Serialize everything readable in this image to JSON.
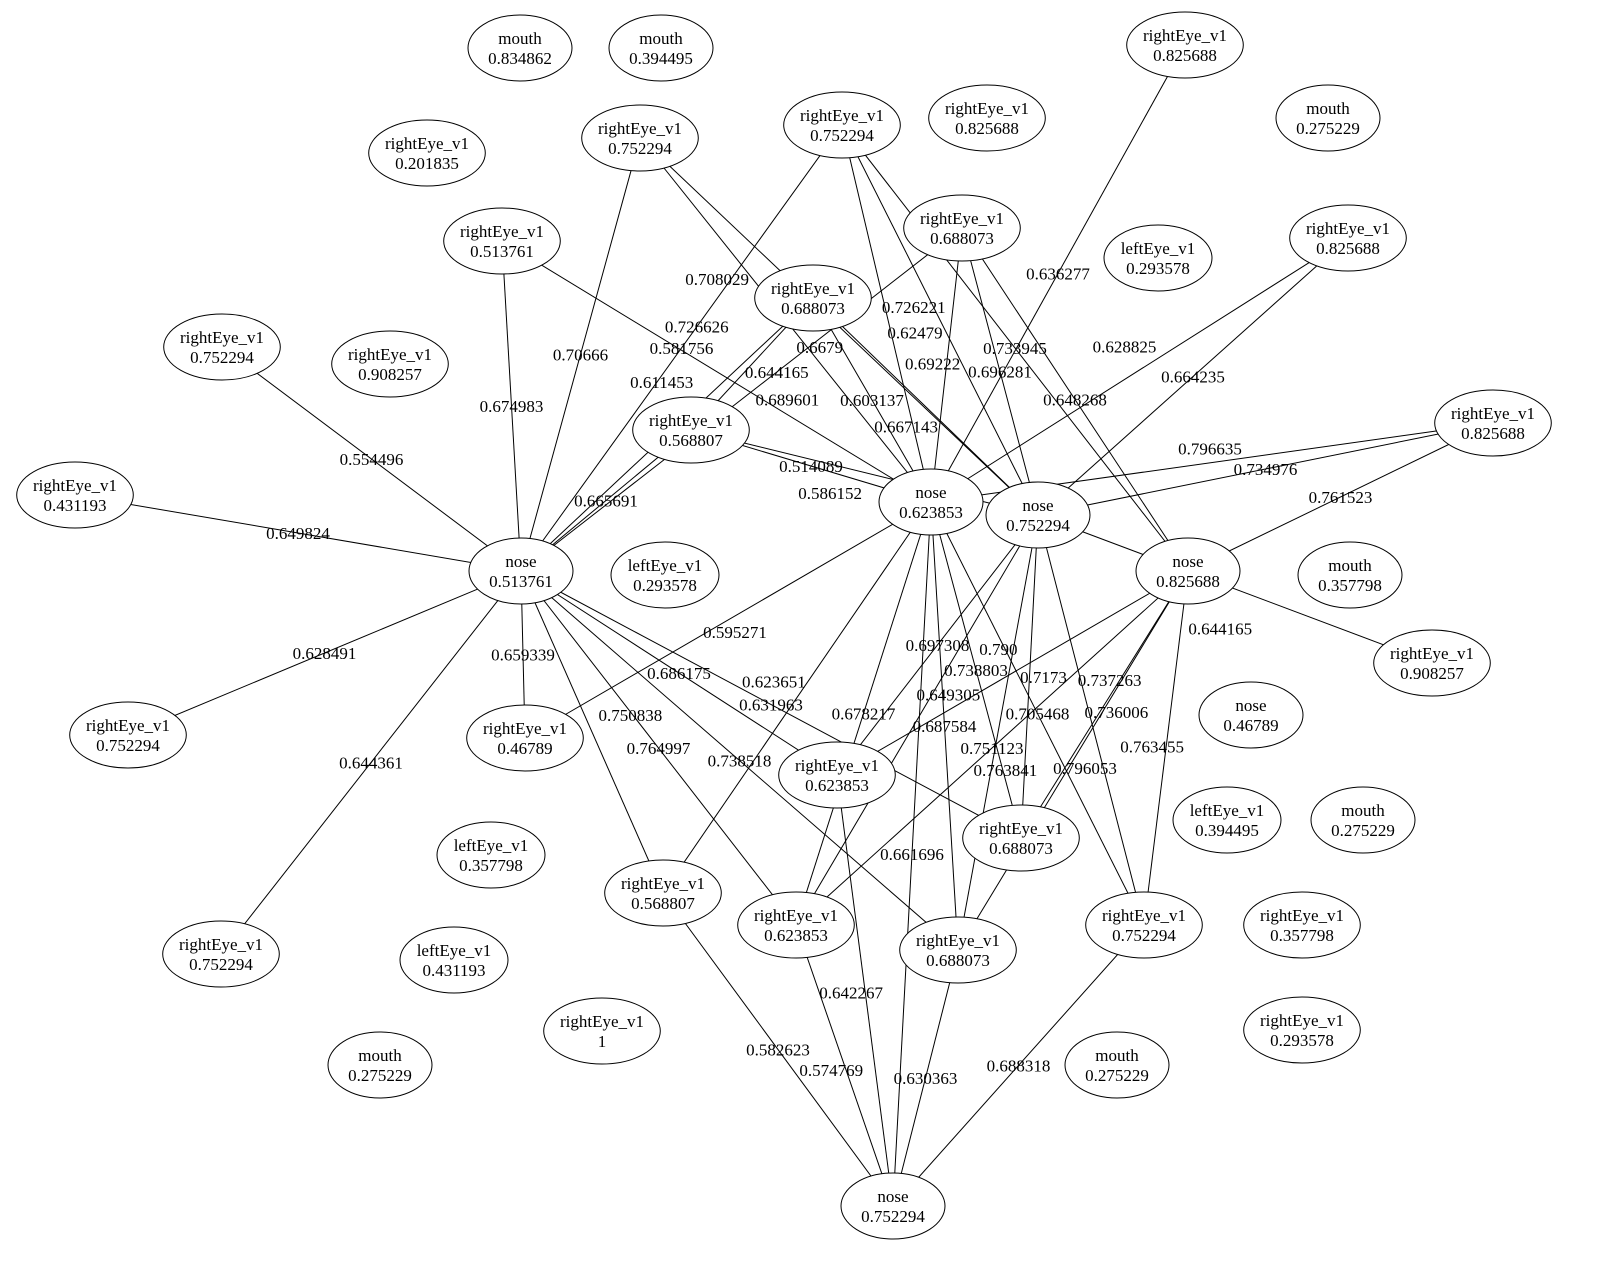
{
  "graph": {
    "nodes": [
      {
        "id": 1,
        "label": "mouth",
        "value": "0.834862"
      },
      {
        "id": 2,
        "label": "mouth",
        "value": "0.394495"
      },
      {
        "id": 3,
        "label": "rightEye_v1",
        "value": "0.825688"
      },
      {
        "id": 4,
        "label": "rightEye_v1",
        "value": "0.752294"
      },
      {
        "id": 5,
        "label": "rightEye_v1",
        "value": "0.752294"
      },
      {
        "id": 6,
        "label": "rightEye_v1",
        "value": "0.825688"
      },
      {
        "id": 7,
        "label": "mouth",
        "value": "0.275229"
      },
      {
        "id": 8,
        "label": "rightEye_v1",
        "value": "0.201835"
      },
      {
        "id": 9,
        "label": "rightEye_v1",
        "value": "0.513761"
      },
      {
        "id": 10,
        "label": "rightEye_v1",
        "value": "0.688073"
      },
      {
        "id": 11,
        "label": "leftEye_v1",
        "value": "0.293578"
      },
      {
        "id": 12,
        "label": "rightEye_v1",
        "value": "0.825688"
      },
      {
        "id": 13,
        "label": "rightEye_v1",
        "value": "0.688073"
      },
      {
        "id": 14,
        "label": "rightEye_v1",
        "value": "0.752294"
      },
      {
        "id": 15,
        "label": "rightEye_v1",
        "value": "0.908257"
      },
      {
        "id": 16,
        "label": "rightEye_v1",
        "value": "0.825688"
      },
      {
        "id": 17,
        "label": "rightEye_v1",
        "value": "0.568807"
      },
      {
        "id": 18,
        "label": "rightEye_v1",
        "value": "0.431193"
      },
      {
        "id": 19,
        "label": "nose",
        "value": "0.623853"
      },
      {
        "id": 20,
        "label": "nose",
        "value": "0.752294"
      },
      {
        "id": 21,
        "label": "nose",
        "value": "0.513761"
      },
      {
        "id": 22,
        "label": "leftEye_v1",
        "value": "0.293578"
      },
      {
        "id": 23,
        "label": "nose",
        "value": "0.825688"
      },
      {
        "id": 24,
        "label": "mouth",
        "value": "0.357798"
      },
      {
        "id": 25,
        "label": "rightEye_v1",
        "value": "0.908257"
      },
      {
        "id": 26,
        "label": "nose",
        "value": "0.46789"
      },
      {
        "id": 27,
        "label": "rightEye_v1",
        "value": "0.752294"
      },
      {
        "id": 28,
        "label": "rightEye_v1",
        "value": "0.46789"
      },
      {
        "id": 29,
        "label": "rightEye_v1",
        "value": "0.623853"
      },
      {
        "id": 30,
        "label": "leftEye_v1",
        "value": "0.394495"
      },
      {
        "id": 31,
        "label": "mouth",
        "value": "0.275229"
      },
      {
        "id": 32,
        "label": "rightEye_v1",
        "value": "0.688073"
      },
      {
        "id": 33,
        "label": "leftEye_v1",
        "value": "0.357798"
      },
      {
        "id": 34,
        "label": "rightEye_v1",
        "value": "0.568807"
      },
      {
        "id": 35,
        "label": "rightEye_v1",
        "value": "0.623853"
      },
      {
        "id": 36,
        "label": "rightEye_v1",
        "value": "0.688073"
      },
      {
        "id": 37,
        "label": "rightEye_v1",
        "value": "0.752294"
      },
      {
        "id": 38,
        "label": "rightEye_v1",
        "value": "0.357798"
      },
      {
        "id": 39,
        "label": "rightEye_v1",
        "value": "0.752294"
      },
      {
        "id": 40,
        "label": "leftEye_v1",
        "value": "0.431193"
      },
      {
        "id": 41,
        "label": "rightEye_v1",
        "value": "1"
      },
      {
        "id": 42,
        "label": "rightEye_v1",
        "value": "0.293578"
      },
      {
        "id": 43,
        "label": "mouth",
        "value": "0.275229"
      },
      {
        "id": 44,
        "label": "mouth",
        "value": "0.275229"
      },
      {
        "id": 45,
        "label": "nose",
        "value": "0.752294"
      }
    ],
    "edges": [
      {
        "from": 9,
        "to": 21,
        "label": "0.674983"
      },
      {
        "from": 4,
        "to": 21,
        "label": "0.70666"
      },
      {
        "from": 5,
        "to": 21,
        "label": "0.581756"
      },
      {
        "from": 14,
        "to": 21,
        "label": "0.554496"
      },
      {
        "from": 18,
        "to": 21,
        "label": "0.649824"
      },
      {
        "from": 27,
        "to": 21,
        "label": "0.628491"
      },
      {
        "from": 39,
        "to": 21,
        "label": "0.644361"
      },
      {
        "from": 28,
        "to": 21,
        "label": "0.659339"
      },
      {
        "from": 34,
        "to": 21,
        "label": "0.750838"
      },
      {
        "from": 35,
        "to": 21,
        "label": "0.764997"
      },
      {
        "from": 36,
        "to": 21,
        "label": "0.738518"
      },
      {
        "from": 32,
        "to": 21,
        "label": "0.631963"
      },
      {
        "from": 29,
        "to": 21,
        "label": "0.686175"
      },
      {
        "from": 13,
        "to": 21,
        "label": "0.611453"
      },
      {
        "from": 10,
        "to": 21,
        "label": "0.644165"
      },
      {
        "from": 17,
        "to": 21,
        "label": "0.665691"
      },
      {
        "from": 9,
        "to": 19,
        "label": "0.726626"
      },
      {
        "from": 4,
        "to": 20,
        "label": "0.6679"
      },
      {
        "from": 4,
        "to": 19,
        "label": "0.708029"
      },
      {
        "from": 5,
        "to": 19,
        "label": "0.726221"
      },
      {
        "from": 5,
        "to": 20,
        "label": "0.62479"
      },
      {
        "from": 10,
        "to": 20,
        "label": "0.696281"
      },
      {
        "from": 10,
        "to": 19,
        "label": "0.69222"
      },
      {
        "from": 3,
        "to": 19,
        "label": "0.636277"
      },
      {
        "from": 13,
        "to": 17,
        "label": "0.689601"
      },
      {
        "from": 13,
        "to": 19,
        "label": "0.603137"
      },
      {
        "from": 13,
        "to": 20,
        "label": "0.667143"
      },
      {
        "from": 10,
        "to": 23,
        "label": "0.648268"
      },
      {
        "from": 12,
        "to": 20,
        "label": "0.664235"
      },
      {
        "from": 5,
        "to": 23,
        "label": "0.733945"
      },
      {
        "from": 12,
        "to": 19,
        "label": "0.628825"
      },
      {
        "from": 17,
        "to": 19,
        "label": "0.514089"
      },
      {
        "from": 17,
        "to": 20,
        "label": "0.586152"
      },
      {
        "from": 16,
        "to": 20,
        "label": "0.734976"
      },
      {
        "from": 16,
        "to": 19,
        "label": "0.796635"
      },
      {
        "from": 16,
        "to": 23,
        "label": "0.761523"
      },
      {
        "from": 20,
        "to": 25,
        "label": "0.644165"
      },
      {
        "from": 19,
        "to": 28,
        "label": "0.595271"
      },
      {
        "from": 19,
        "to": 34,
        "label": "0.623651"
      },
      {
        "from": 19,
        "to": 36,
        "label": "0.687584"
      },
      {
        "from": 19,
        "to": 35,
        "label": "0.678217"
      },
      {
        "from": 19,
        "to": 32,
        "label": "0.738803"
      },
      {
        "from": 20,
        "to": 35,
        "label": "0.649305"
      },
      {
        "from": 19,
        "to": 37,
        "label": "0.705468"
      },
      {
        "from": 23,
        "to": 29,
        "label": "0.790"
      },
      {
        "from": 20,
        "to": 29,
        "label": "0.697308"
      },
      {
        "from": 23,
        "to": 35,
        "label": "0.751123"
      },
      {
        "from": 20,
        "to": 36,
        "label": "0.763841"
      },
      {
        "from": 23,
        "to": 32,
        "label": "0.736006"
      },
      {
        "from": 23,
        "to": 36,
        "label": "0.796053"
      },
      {
        "from": 20,
        "to": 32,
        "label": "0.7173"
      },
      {
        "from": 23,
        "to": 37,
        "label": "0.763455"
      },
      {
        "from": 20,
        "to": 37,
        "label": "0.737263"
      },
      {
        "from": 34,
        "to": 45,
        "label": "0.582623"
      },
      {
        "from": 35,
        "to": 45,
        "label": "0.574769"
      },
      {
        "from": 29,
        "to": 45,
        "label": "0.642267"
      },
      {
        "from": 19,
        "to": 45,
        "label": "0.661696"
      },
      {
        "from": 36,
        "to": 45,
        "label": "0.630363"
      },
      {
        "from": 37,
        "to": 45,
        "label": "0.688318"
      }
    ]
  }
}
